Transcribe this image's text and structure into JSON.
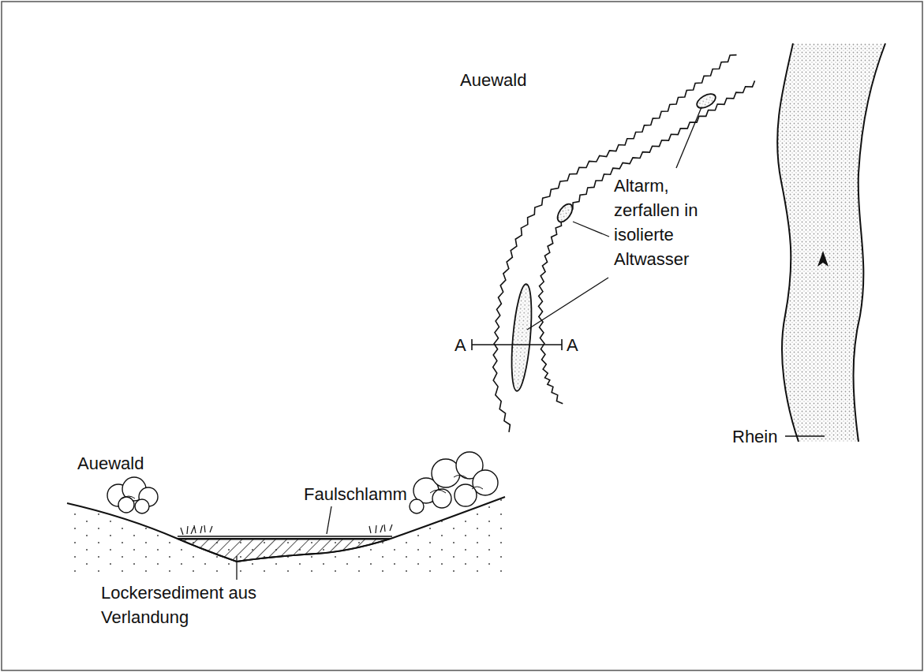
{
  "diagram": {
    "labels": [
      "Auewald",
      "Altarm, zerfallen in isolierte Altwasser",
      "A",
      "A",
      "Rhein",
      "Auewald",
      "Faulschlamm",
      "Lockersediment aus Verlandung"
    ]
  }
}
